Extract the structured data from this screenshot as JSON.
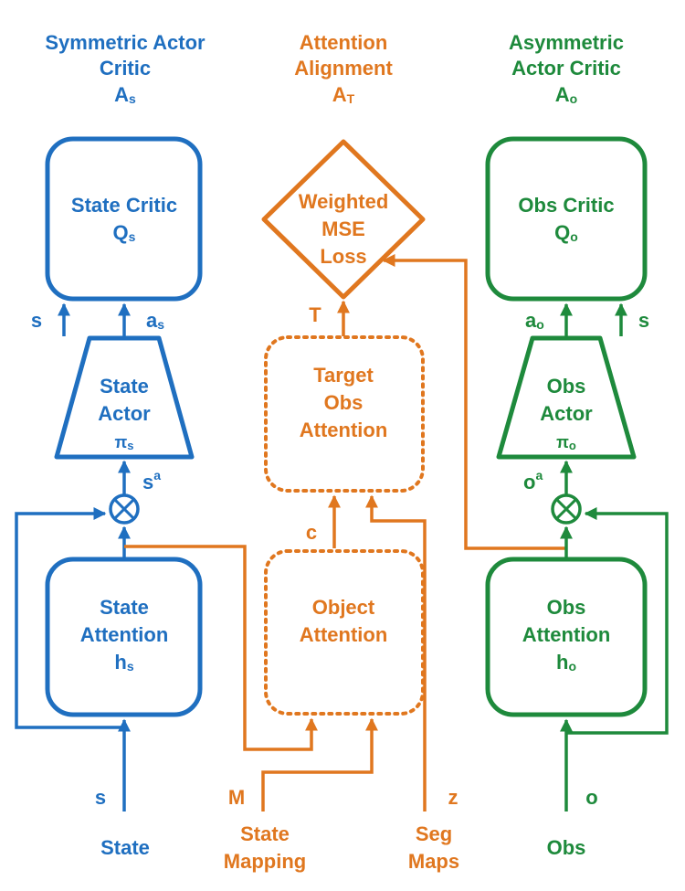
{
  "colors": {
    "blue": "#1f6fc0",
    "orange": "#e0771f",
    "green": "#1e8a3c"
  },
  "columns": {
    "symmetric": {
      "title_line1": "Symmetric Actor",
      "title_line2": "Critic",
      "symbol": "A",
      "symbol_sub": "s"
    },
    "attention": {
      "title_line1": "Attention",
      "title_line2": "Alignment",
      "symbol": "A",
      "symbol_sub": "T"
    },
    "asymmetric": {
      "title_line1": "Asymmetric",
      "title_line2": "Actor Critic",
      "symbol": "A",
      "symbol_sub": "o"
    }
  },
  "blocks": {
    "state_critic": {
      "line1": "State Critic",
      "sym": "Q",
      "sub": "s"
    },
    "state_actor": {
      "line1": "State",
      "line2": "Actor",
      "sym": "π",
      "sub": "s"
    },
    "state_attention": {
      "line1": "State",
      "line2": "Attention",
      "sym": "h",
      "sub": "s"
    },
    "weighted_loss": {
      "line1": "Weighted",
      "line2": "MSE",
      "line3": "Loss"
    },
    "target_attention": {
      "line1": "Target",
      "line2": "Obs",
      "line3": "Attention"
    },
    "object_attention": {
      "line1": "Object",
      "line2": "Attention"
    },
    "obs_critic": {
      "line1": "Obs Critic",
      "sym": "Q",
      "sub": "o"
    },
    "obs_actor": {
      "line1": "Obs",
      "line2": "Actor",
      "sym": "π",
      "sub": "o"
    },
    "obs_attention": {
      "line1": "Obs",
      "line2": "Attention",
      "sym": "h",
      "sub": "o"
    }
  },
  "multiply_symbol": "⊗",
  "signals": {
    "s_left": "s",
    "a_s": "a",
    "a_s_sub": "s",
    "s_a": "s",
    "s_a_sup": "a",
    "s_in": "s",
    "T": "T",
    "c": "c",
    "M": "M",
    "z": "z",
    "a_o": "a",
    "a_o_sub": "o",
    "s_right": "s",
    "o_a": "o",
    "o_a_sup": "a",
    "o_in": "o"
  },
  "inputs": {
    "state": "State",
    "state_mapping_line1": "State",
    "state_mapping_line2": "Mapping",
    "seg_maps_line1": "Seg",
    "seg_maps_line2": "Maps",
    "obs": "Obs"
  }
}
